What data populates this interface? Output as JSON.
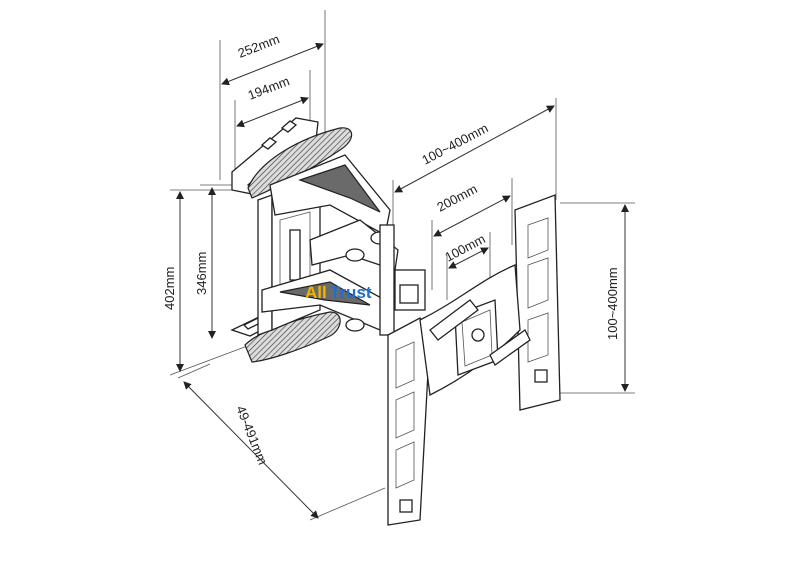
{
  "dimensions": {
    "top_outer": "252mm",
    "top_inner": "194mm",
    "vesa_h_max": "100~400mm",
    "vesa_h_mid": "200mm",
    "vesa_h_min": "100mm",
    "vesa_v": "100~400mm",
    "height_outer": "402mm",
    "height_inner": "346mm",
    "extension": "49-491mm"
  },
  "watermark": {
    "part1": "All",
    "part2": "Trust"
  },
  "colors": {
    "line": "#333333",
    "logo_yellow": "#f2b400",
    "logo_blue": "#1d6fd1"
  }
}
